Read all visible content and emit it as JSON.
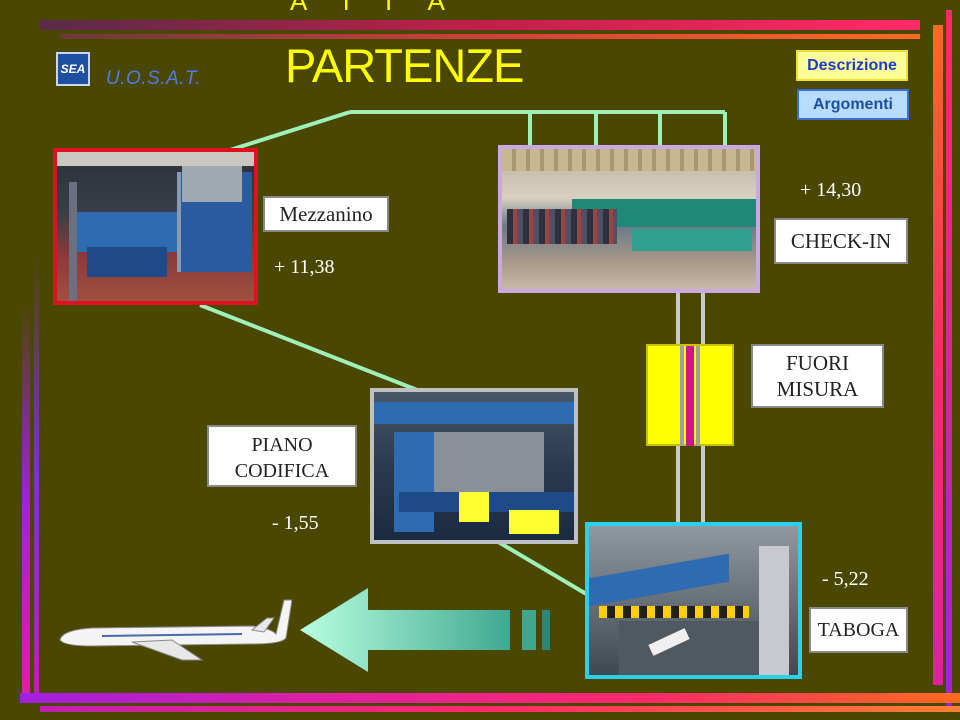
{
  "header": {
    "org": "U.O.S.A.T.",
    "logo_text": "SEA",
    "title": "PARTENZE",
    "title_top_fragment": "Å I I Å"
  },
  "nav": {
    "descrizione": "Descrizione",
    "argomenti": "Argomenti"
  },
  "levels": {
    "mezzanino": {
      "label": "Mezzanino",
      "height": "+ 11,38"
    },
    "checkin": {
      "label": "CHECK-IN",
      "height": "+ 14,30"
    },
    "fuori_misura": {
      "label_line1": "FUORI",
      "label_line2": "MISURA"
    },
    "piano_codifica": {
      "label_line1": "PIANO",
      "label_line2": "CODIFICA",
      "height": "- 1,55"
    },
    "taboga": {
      "label": "TABOGA",
      "height": "- 5,22"
    }
  },
  "colors": {
    "background": "#4a4700",
    "title": "#ffff00",
    "connector": "#9ff0b8",
    "accent_red": "#e8213a",
    "accent_magenta": "#e0149c"
  }
}
